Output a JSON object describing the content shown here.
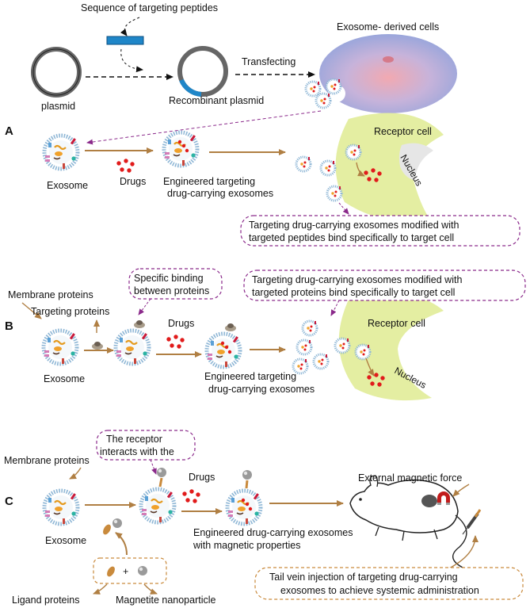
{
  "colors": {
    "arrow": "#b07f43",
    "dashed_purple": "#8b2a8b",
    "dashed_orange": "#c98a3c",
    "receptor_cell": "#e4eea2",
    "plasmid_insert": "#1f86c8",
    "drug": "#e11b1b",
    "exosome_membrane": "#8fb7d6"
  },
  "top": {
    "sequence_label": "Sequence of targeting peptides",
    "plasmid_label": "plasmid",
    "recombinant_label": "Recombinant plasmid",
    "transfecting_label": "Transfecting",
    "exosome_cells_label": "Exosome- derived cells"
  },
  "panel_a": {
    "letter": "A",
    "exosome_label": "Exosome",
    "drugs_label": "Drugs",
    "engineered_line1": "Engineered targeting",
    "engineered_line2": "drug-carrying exosomes",
    "receptor_label": "Receptor cell",
    "nucleus_label": "Nucleus",
    "callout_line1": "Targeting drug-carrying exosomes  modified with",
    "callout_line2": "targeted peptides bind specifically to target cell"
  },
  "panel_b": {
    "letter": "B",
    "membrane_label": "Membrane proteins",
    "targeting_label": "Targeting proteins",
    "binding_line1": "Specific binding",
    "binding_line2": "between proteins",
    "drugs_label": "Drugs",
    "exosome_label": "Exosome",
    "engineered_line1": "Engineered targeting",
    "engineered_line2": "drug-carrying exosomes",
    "receptor_label": "Receptor cell",
    "nucleus_label": "Nucleus",
    "callout_line1": "Targeting drug-carrying exosomes  modified with",
    "callout_line2": "targeted proteins bind specifically to target cell"
  },
  "panel_c": {
    "letter": "C",
    "receptor_line1": "The receptor",
    "receptor_line2": "interacts with the",
    "membrane_label": "Membrane proteins",
    "drugs_label": "Drugs",
    "exosome_label": "Exosome",
    "engineered_line1": "Engineered drug-carrying exosomes",
    "engineered_line2": "with magnetic properties",
    "magnetic_label": "External magnetic force",
    "injection_line1": "Tail vein injection of targeting drug-carrying",
    "injection_line2": "exosomes to achieve systemic administration",
    "plus_sign": "+",
    "ligand_label": "Ligand proteins",
    "magnetite_label": "Magnetite nanoparticle"
  }
}
